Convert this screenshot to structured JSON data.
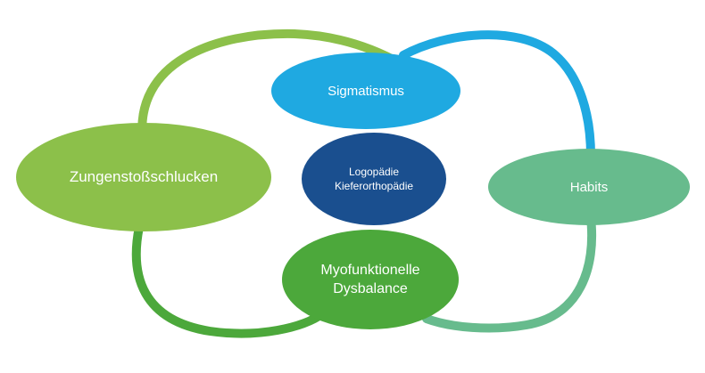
{
  "diagram": {
    "nodes": [
      {
        "id": "zungenstossschlucken",
        "label": "Zungenstoßschlucken",
        "color": "#8cc04a"
      },
      {
        "id": "sigmatismus",
        "label": "Sigmatismus",
        "color": "#1fa9e1"
      },
      {
        "id": "center",
        "line1": "Logopädie",
        "line2": "Kieferorthopädie",
        "color": "#1a4f8f"
      },
      {
        "id": "habits",
        "label": "Habits",
        "color": "#67bb8d"
      },
      {
        "id": "myofunktionelle-dysbalance",
        "line1": "Myofunktionelle",
        "line2": "Dysbalance",
        "color": "#4ca83b"
      }
    ],
    "ring_colors": {
      "top_left": "#8cc04a",
      "top_right": "#1fa9e1",
      "right": "#67bb8d",
      "bottom_left": "#4ca83b"
    }
  }
}
